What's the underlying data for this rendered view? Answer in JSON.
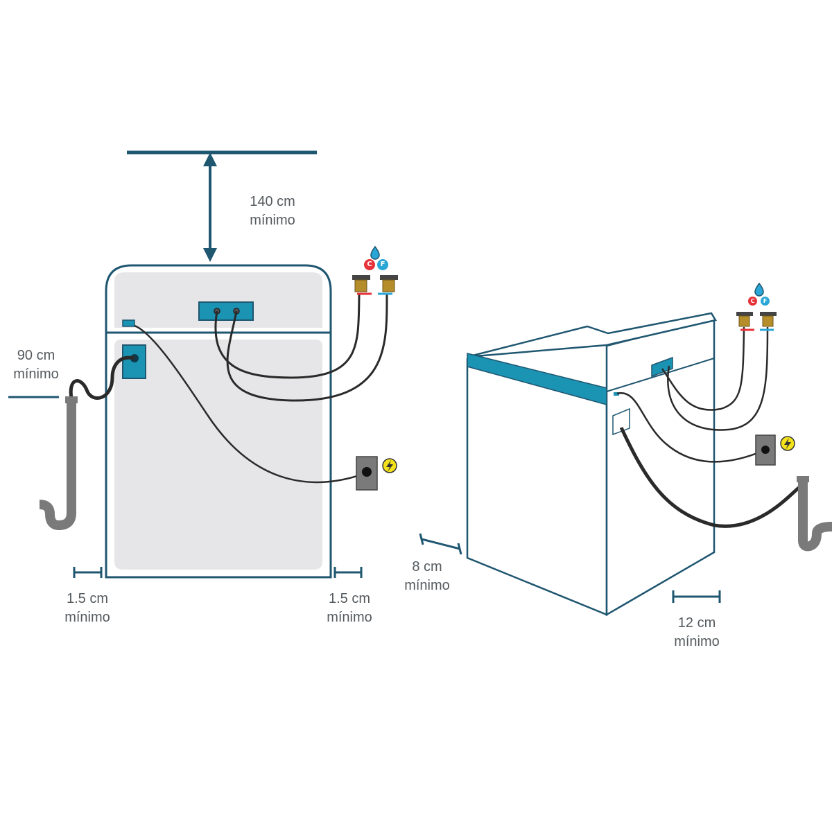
{
  "colors": {
    "outline": "#1f5670",
    "accent": "#1b93b3",
    "panel": "#e6e6e8",
    "hose": "#2a2a2a",
    "pipe": "#7a7a7a",
    "hot": "#e63239",
    "cold": "#2aa6d6",
    "power": "#f3e21b",
    "brass": "#b58d2a",
    "text": "#555a5e"
  },
  "icons": [
    "water-drop-icon",
    "lightning-icon"
  ],
  "front_view": {
    "top_clearance": {
      "value": "140 cm",
      "qualifier": "mínimo"
    },
    "drain_height": {
      "value": "90 cm",
      "qualifier": "mínimo"
    },
    "left_gap": {
      "value": "1.5 cm",
      "qualifier": "mínimo"
    },
    "right_gap": {
      "value": "1.5 cm",
      "qualifier": "mínimo"
    },
    "hot_label": "C",
    "cold_label": "F"
  },
  "side_view": {
    "back_gap": {
      "value": "8 cm",
      "qualifier": "mínimo"
    },
    "side_gap": {
      "value": "12 cm",
      "qualifier": "mínimo"
    },
    "hot_label": "C",
    "cold_label": "F"
  }
}
